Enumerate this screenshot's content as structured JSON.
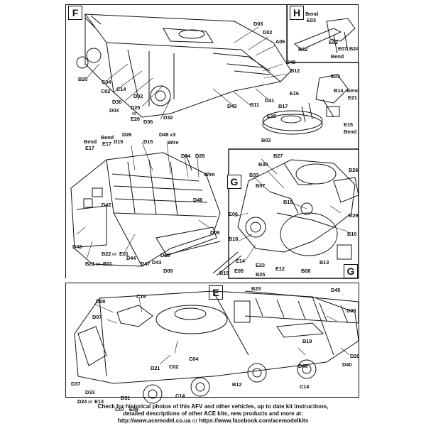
{
  "sections": {
    "F": "F",
    "H": "H",
    "G_top": "G",
    "G_bottom": "G",
    "E": "E"
  },
  "labels": {
    "F": [
      "D03",
      "D02",
      "A06",
      "D48",
      "B12",
      "D41",
      "B11",
      "D43",
      "D32",
      "D36",
      "D25",
      "or",
      "E20",
      "D02",
      "D30",
      "D03",
      "C14",
      "C02",
      "C04",
      "B20"
    ],
    "H": [
      "Bend",
      "E03",
      "B32",
      "E02",
      "E07",
      "B24",
      "Bend"
    ],
    "H_lower": [
      "E03",
      "B14",
      "Bend",
      "E21",
      "E16",
      "B17",
      "E15",
      "E15",
      "Bend",
      "B03"
    ],
    "F_lower": [
      "Bend",
      "Bend",
      "E17",
      "E17",
      "D26",
      "D15",
      "D15",
      "D48 x3",
      "Wire",
      "D04",
      "D28",
      "Wire",
      "D46",
      "D42",
      "D43",
      "D09",
      "D28",
      "D43",
      "D47",
      "D44",
      "B22",
      "or",
      "E01",
      "B21",
      "or",
      "E01",
      "D09"
    ],
    "G": [
      "B27",
      "B30",
      "B26",
      "B33",
      "B07",
      "B15",
      "E06",
      "B29",
      "B18",
      "B10",
      "E14",
      "E05",
      "E23",
      "E12",
      "B08",
      "B13",
      "B15",
      "B25"
    ],
    "E": [
      "B23",
      "D45",
      "D08",
      "C19",
      "D09",
      "D07",
      "B19",
      "D29",
      "C04",
      "D46",
      "D40",
      "C02",
      "D37",
      "D33",
      "B12",
      "D24",
      "or",
      "E13",
      "D21",
      "D31",
      "C07",
      "E08",
      "C14",
      "C14"
    ]
  },
  "footer": {
    "line1": "Check for historical photos of this AFV and  other vehicles, up to date kit instructions,",
    "line2": "detailed descriptions of other ACE kits, new products and more at:",
    "line3_a": "http://www.acemodel.co.ua",
    "line3_or": " or ",
    "line3_b": "https://www.facebook.com/acemodelkits"
  }
}
